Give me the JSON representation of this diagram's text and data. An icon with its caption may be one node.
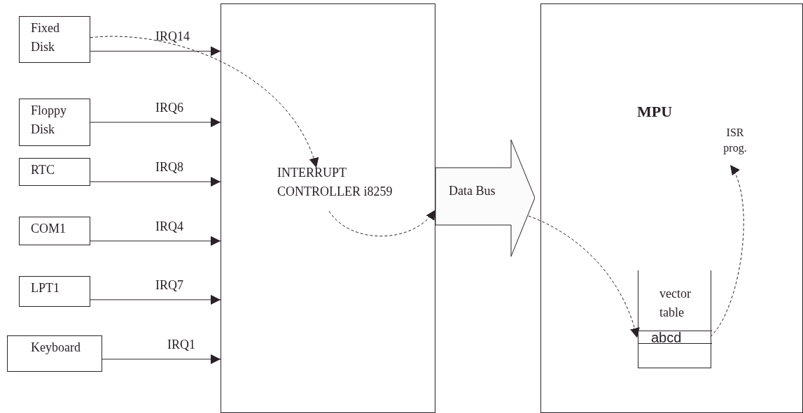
{
  "diagram": {
    "nodes": [
      {
        "text": [
          "Fixed Disk"
        ]
      },
      {
        "text": [
          "Floppy Disk"
        ]
      },
      {
        "text": [
          "RTC"
        ]
      },
      {
        "text": [
          "COM1"
        ]
      },
      {
        "text": [
          "LPT1"
        ]
      },
      {
        "text": [
          "Keyboard"
        ]
      },
      {
        "text": [
          "INTERRUPT CONTROLLER i8259"
        ]
      },
      {
        "text": [
          "Data Bus"
        ]
      },
      {
        "text": [
          "MPU"
        ]
      },
      {
        "text": [
          "ISR prog."
        ],
        "in": 8
      },
      {
        "text": [
          "vector table"
        ],
        "in": 8
      },
      {
        "text": [
          "abcd"
        ],
        "in": 10
      }
    ],
    "edges": [
      {
        "from": 0,
        "to": 6,
        "arrow": "to",
        "label": "IRQ14"
      },
      {
        "from": 1,
        "to": 6,
        "arrow": "to",
        "label": "IRQ6"
      },
      {
        "from": 2,
        "to": 6,
        "arrow": "to",
        "label": "IRQ8"
      },
      {
        "from": 3,
        "to": 6,
        "arrow": "to",
        "label": "IRQ4"
      },
      {
        "from": 4,
        "to": 6,
        "arrow": "to",
        "label": "IRQ7"
      },
      {
        "from": 5,
        "to": 6,
        "arrow": "to",
        "label": "IRQ1"
      },
      {
        "from": 0,
        "to": 6,
        "arrow": "to",
        "style": "dashed"
      },
      {
        "from": 6,
        "to": 7,
        "arrow": "to",
        "style": "dashed"
      },
      {
        "from": 7,
        "to": 11,
        "arrow": "to",
        "style": "dashed"
      },
      {
        "from": 11,
        "to": 9,
        "arrow": "to",
        "style": "dashed"
      }
    ]
  }
}
